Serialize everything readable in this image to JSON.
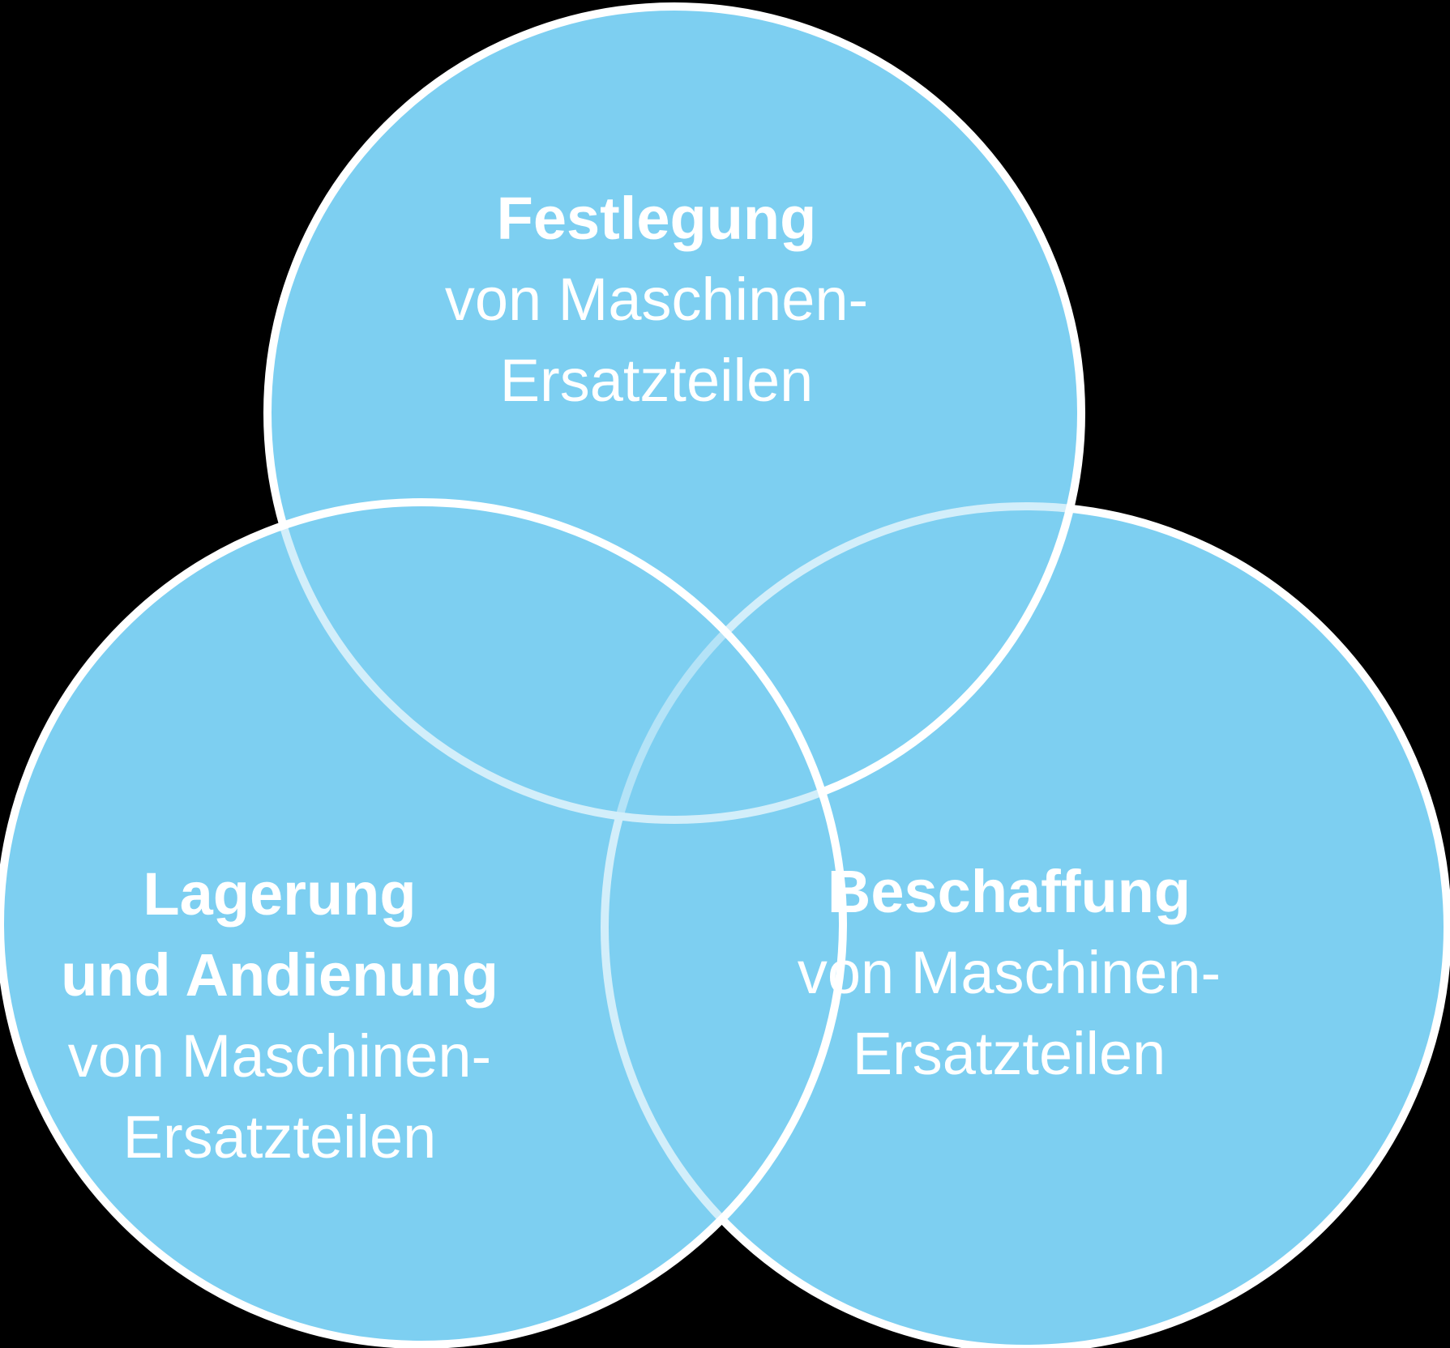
{
  "background_color": "#000000",
  "venn": {
    "fill_color": "#7DCFF1",
    "stroke_color": "#FFFFFF",
    "text_color": "#FFFFFF",
    "sets": [
      {
        "position": "top",
        "lines": [
          {
            "text": "Festlegung",
            "bold": true
          },
          {
            "text": "von Maschinen-",
            "bold": false
          },
          {
            "text": "Ersatzteilen",
            "bold": false
          }
        ]
      },
      {
        "position": "bottom-left",
        "lines": [
          {
            "text": "Lagerung",
            "bold": true
          },
          {
            "text": "und Andienung",
            "bold": true
          },
          {
            "text": "von Maschinen-",
            "bold": false
          },
          {
            "text": "Ersatzteilen",
            "bold": false
          }
        ]
      },
      {
        "position": "bottom-right",
        "lines": [
          {
            "text": "Beschaffung",
            "bold": true
          },
          {
            "text": "von Maschinen-",
            "bold": false
          },
          {
            "text": "Ersatzteilen",
            "bold": false
          }
        ]
      }
    ]
  }
}
